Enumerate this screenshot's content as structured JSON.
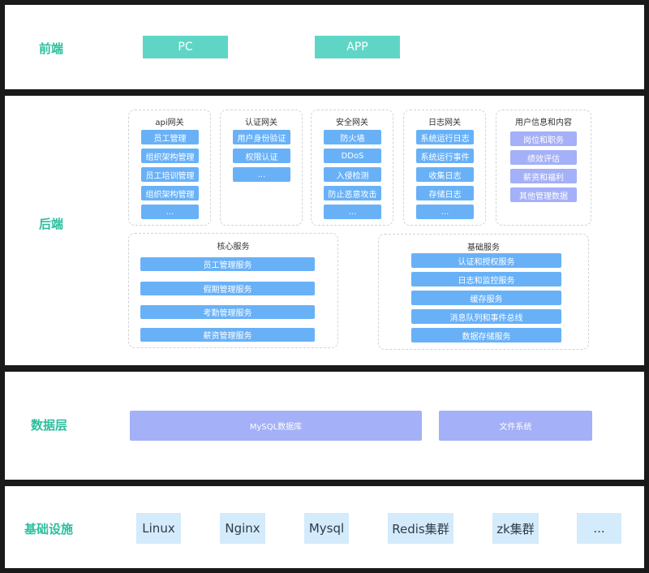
{
  "colors": {
    "accent": "#2bbf9c",
    "teal": "#5fd6c5",
    "blue": "#69b1f7",
    "purple": "#a4b0f7",
    "infra": "#d3ebfb",
    "dash": "#cfd3d8"
  },
  "frontend": {
    "label": "前端",
    "pc": "PC",
    "app": "APP"
  },
  "backend": {
    "label": "后端",
    "gateways": [
      {
        "title": "api网关",
        "items": [
          "员工管理",
          "组织架构管理",
          "员工培训管理",
          "组织架构管理",
          "..."
        ]
      },
      {
        "title": "认证网关",
        "items": [
          "用户身份验证",
          "权限认证",
          "..."
        ]
      },
      {
        "title": "安全网关",
        "items": [
          "防火墙",
          "DDoS",
          "入侵检测",
          "防止恶意攻击",
          "..."
        ]
      },
      {
        "title": "日志网关",
        "items": [
          "系统运行日志",
          "系统运行事件",
          "收集日志",
          "存储日志",
          "..."
        ]
      },
      {
        "title": "用户信息和内容",
        "items": [
          "岗位和职务",
          "绩效评估",
          "薪资和福利",
          "其他管理数据"
        ]
      }
    ],
    "core": {
      "title": "核心服务",
      "items": [
        "员工管理服务",
        "假期管理服务",
        "考勤管理服务",
        "薪资管理服务"
      ]
    },
    "base": {
      "title": "基础服务",
      "items": [
        "认证和授权服务",
        "日志和监控服务",
        "缓存服务",
        "消息队列和事件总线",
        "数据存储服务"
      ]
    }
  },
  "data_layer": {
    "label": "数据层",
    "mysql": "MySQL数据库",
    "files": "文件系统"
  },
  "infra": {
    "label": "基础设施",
    "items": [
      "Linux",
      "Nginx",
      "Mysql",
      "Redis集群",
      "zk集群",
      "..."
    ]
  }
}
